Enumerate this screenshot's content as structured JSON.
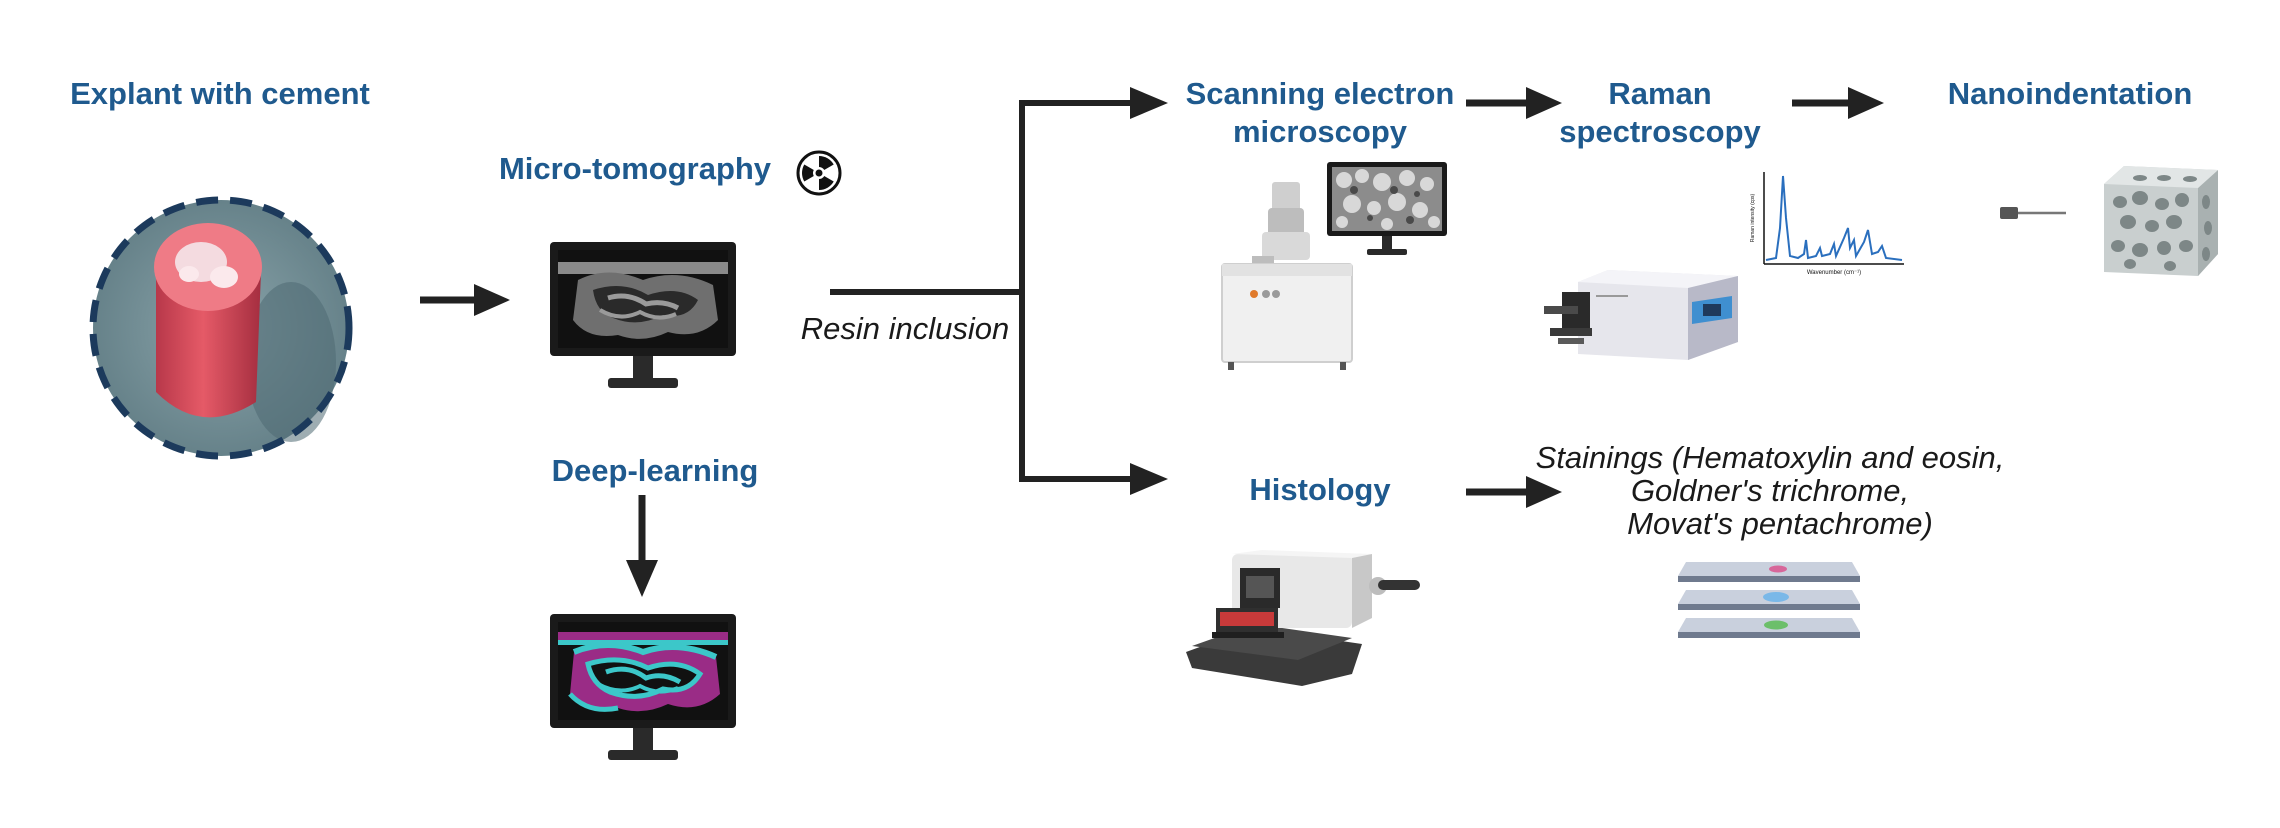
{
  "steps": {
    "explant": "Explant with cement",
    "microtomography": "Micro-tomography",
    "deep_learning": "Deep-learning",
    "resin_inclusion": "Resin inclusion",
    "sem_line1": "Scanning electron",
    "sem_line2": "microscopy",
    "raman_line1": "Raman",
    "raman_line2": "spectroscopy",
    "nanoindentation": "Nanoindentation",
    "histology": "Histology",
    "stainings_line1": "Stainings (Hematoxylin and eosin,",
    "stainings_line2": "Goldner's trichrome,",
    "stainings_line3": "Movat's pentachrome)"
  },
  "raman_plot": {
    "ylabel": "Raman intensity (cps)",
    "xlabel": "Wavenumber (cm⁻¹)"
  },
  "icons": [
    "radiation-icon",
    "monitor-icon",
    "electron-microscope-icon",
    "raman-spectrometer-icon",
    "nanoindenter-tip-icon",
    "bone-cube-icon",
    "microtome-icon",
    "slides-icon"
  ],
  "colors": {
    "label_blue": "#1f5a8e",
    "arrow": "#222222",
    "segmentation_cyan": "#3cc7c9",
    "segmentation_magenta": "#9a2c86",
    "sample_pink": "#e0535f"
  }
}
